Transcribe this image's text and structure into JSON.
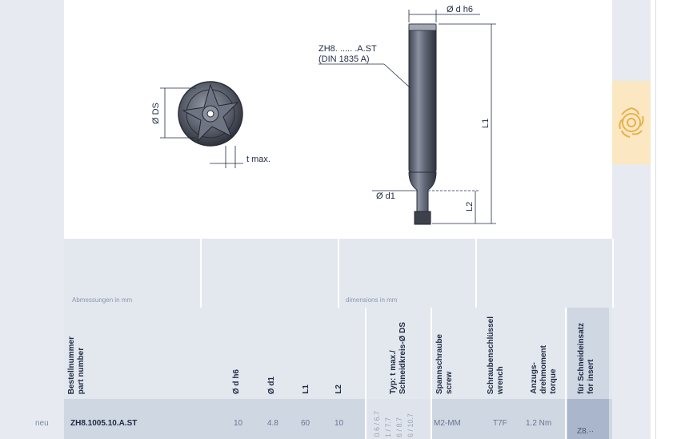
{
  "drawing": {
    "dim_dh6": "Ø d h6",
    "callout_line1": "ZH8. ..... .A.ST",
    "callout_line2": "(DIN 1835 A)",
    "dim_L1": "L1",
    "dim_d1": "Ø d1",
    "dim_L2": "L2",
    "dim_DS": "Ø DS",
    "dim_tmax": "t max."
  },
  "notes": {
    "dimensions_de": "Abmessungen in mm",
    "dimensions_en": "dimensions in mm"
  },
  "table": {
    "headers": {
      "part_number_de": "Bestellnummer",
      "part_number_en": "part number",
      "dh6": "Ø d h6",
      "d1": "Ø d1",
      "L1": "L1",
      "L2": "L2",
      "typ_de": "Typ: t max./",
      "typ_en": "Schneidkreis-Ø DS",
      "screw_de": "Spannschraube",
      "screw_en": "screw",
      "wrench_de": "Schraubenschlüssel",
      "wrench_en": "wrench",
      "torque_de1": "Anzugs-",
      "torque_de2": "drehmoment",
      "torque_en": "torque",
      "insert_de": "für Schneideinsatz",
      "insert_en": "for insert"
    },
    "row": {
      "badge": "neu",
      "part_number": "ZH8.1005.10.A.ST",
      "dh6": "10",
      "d1": "4.8",
      "L1": "60",
      "L2": "10",
      "typ_1": "0.6 / 6.7",
      "typ_2": "1 / 7.7",
      "typ_3": "6 / 8.7",
      "typ_4": "6 / 10.7",
      "screw": "M2-MM",
      "wrench": "T7F",
      "torque": "1.2 Nm",
      "insert": "Z8.··"
    }
  },
  "colors": {
    "band": "#e7ebf1",
    "tab": "#fbe7c2",
    "icon": "#e8b24a",
    "row": "#cfd7e3",
    "text": "#1f2a44"
  }
}
